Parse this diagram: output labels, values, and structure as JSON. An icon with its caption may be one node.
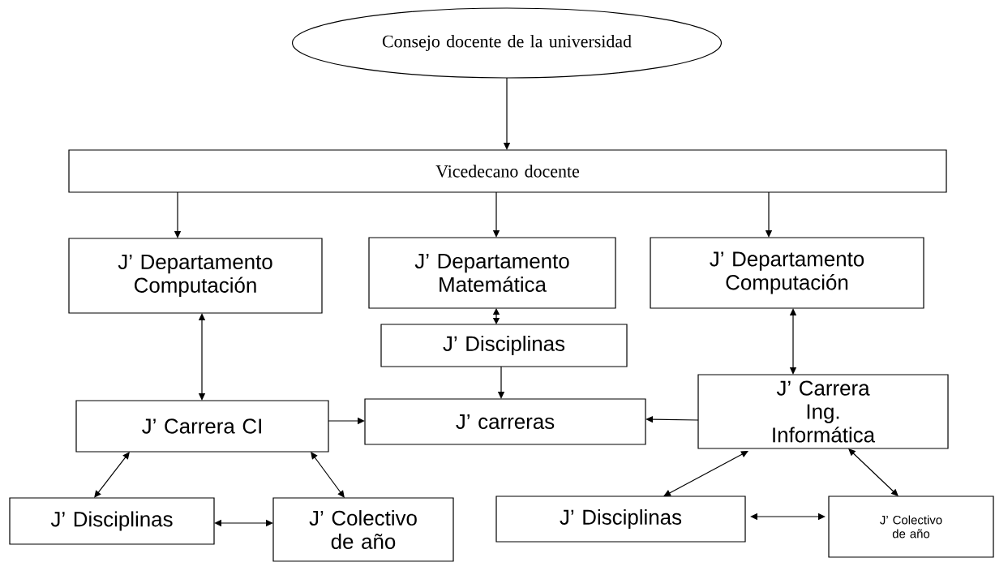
{
  "diagram": {
    "nodes": [
      {
        "text": [
          "Consejo docente de la universidad"
        ]
      },
      {
        "text": [
          "Vicedecano docente"
        ]
      },
      {
        "text": [
          "J’ Departamento Computación"
        ]
      },
      {
        "text": [
          "J’ Departamento Matemática"
        ]
      },
      {
        "text": [
          "J’ Departamento Computación"
        ]
      },
      {
        "text": [
          "J’ Disciplinas"
        ]
      },
      {
        "text": [
          "J’ Carrera CI"
        ]
      },
      {
        "text": [
          "J’ carreras"
        ]
      },
      {
        "text": [
          "J’ Carrera Ing. Informática"
        ]
      },
      {
        "text": [
          "J’ Disciplinas"
        ]
      },
      {
        "text": [
          "J’ Colectivo de año"
        ]
      },
      {
        "text": [
          "J’ Disciplinas"
        ]
      },
      {
        "text": [
          "J’ Colectivo de año"
        ]
      }
    ],
    "edges": [
      {
        "from": 0,
        "to": 1,
        "arrow": "to"
      },
      {
        "from": 1,
        "to": 2,
        "arrow": "to"
      },
      {
        "from": 1,
        "to": 3,
        "arrow": "to"
      },
      {
        "from": 1,
        "to": 4,
        "arrow": "to"
      },
      {
        "from": 2,
        "to": 6,
        "arrow": "both"
      },
      {
        "from": 3,
        "to": 5,
        "arrow": "both"
      },
      {
        "from": 5,
        "to": 7,
        "arrow": "to"
      },
      {
        "from": 6,
        "to": 7,
        "arrow": "to"
      },
      {
        "from": 8,
        "to": 7,
        "arrow": "to"
      },
      {
        "from": 4,
        "to": 8,
        "arrow": "both"
      },
      {
        "from": 6,
        "to": 9,
        "arrow": "both"
      },
      {
        "from": 6,
        "to": 10,
        "arrow": "both"
      },
      {
        "from": 9,
        "to": 10,
        "arrow": "both"
      },
      {
        "from": 8,
        "to": 11,
        "arrow": "both"
      },
      {
        "from": 8,
        "to": 12,
        "arrow": "both"
      },
      {
        "from": 11,
        "to": 12,
        "arrow": "both"
      }
    ]
  }
}
